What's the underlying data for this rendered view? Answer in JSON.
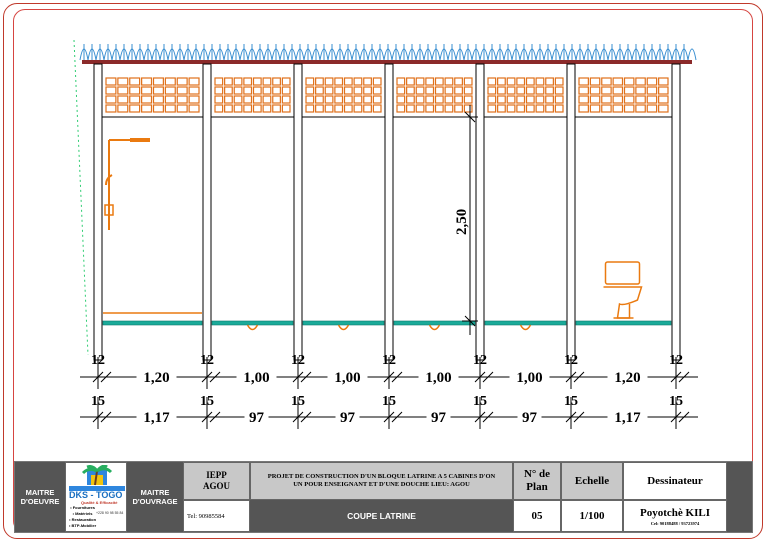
{
  "drawing": {
    "section_name": "COUPE LATRINE",
    "height_dimension": "2,50",
    "wall_thickness_labels": [
      "12",
      "12",
      "12",
      "12",
      "12",
      "12",
      "12"
    ],
    "axis_labels_row1": [
      "1,20",
      "1,00",
      "1,00",
      "1,00",
      "1,00",
      "1,20"
    ],
    "post_labels_row2": [
      "15",
      "15",
      "15",
      "15",
      "15",
      "15",
      "15"
    ],
    "axis_labels_row2": [
      "1,17",
      "97",
      "97",
      "97",
      "97",
      "1,17"
    ],
    "fixtures": [
      "shower",
      "urinal-basin",
      "urinal-basin",
      "urinal-basin",
      "urinal-basin",
      "toilet"
    ],
    "colors": {
      "roof": "#3a8fd1",
      "brick": "#e0701a",
      "floor": "#1aaa99",
      "fixture": "#ea7a10",
      "gutter": "#8b2a2a"
    }
  },
  "title_block": {
    "maitre_oeuvre_label": "MAITRE D'OEUVRE",
    "logo_text": "DKS - TOGO",
    "logo_tagline": "Qualité & Efficacité",
    "logo_services": [
      "Fournitures",
      "Matériels",
      "Restauration",
      "BTP-Mobilier"
    ],
    "logo_phone": "+228 90 98 55 84",
    "maitre_ouvrage_label": "MAITRE D'OUVRAGE",
    "client": "IEPP AGOU",
    "telephone": "Tel: 90985584",
    "project_title": "PROJET DE CONSTRUCTION D'UN BLOQUE LATRINE A 5 CABINES D'ON UN POUR ENSEIGNANT ET D'UNE DOUCHE LIEU: AGOU",
    "sheet_title": "COUPE LATRINE",
    "plan_no_label": "N° de Plan",
    "plan_no": "05",
    "scale_label": "Echelle",
    "scale": "1/100",
    "designer_label": "Dessinateur",
    "designer_name": "Poyotchè KILI",
    "designer_contact": "Cel: 90188488 / 93723974"
  }
}
